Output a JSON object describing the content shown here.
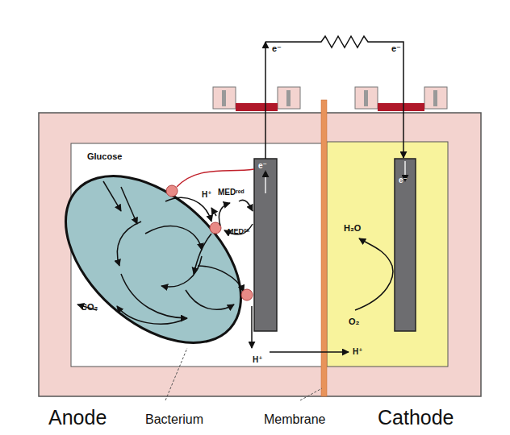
{
  "diagram": {
    "labels": [
      "Glucose",
      "H⁺",
      "MEDʳᵉᵈ",
      "MEDᵒˣ",
      "CO₂",
      "e⁻",
      "e⁻",
      "e⁻",
      "e⁻",
      "H₂O",
      "O₂",
      "H⁺",
      "H⁺",
      "Anode",
      "Bacterium",
      "Membrane",
      "Cathode"
    ]
  }
}
